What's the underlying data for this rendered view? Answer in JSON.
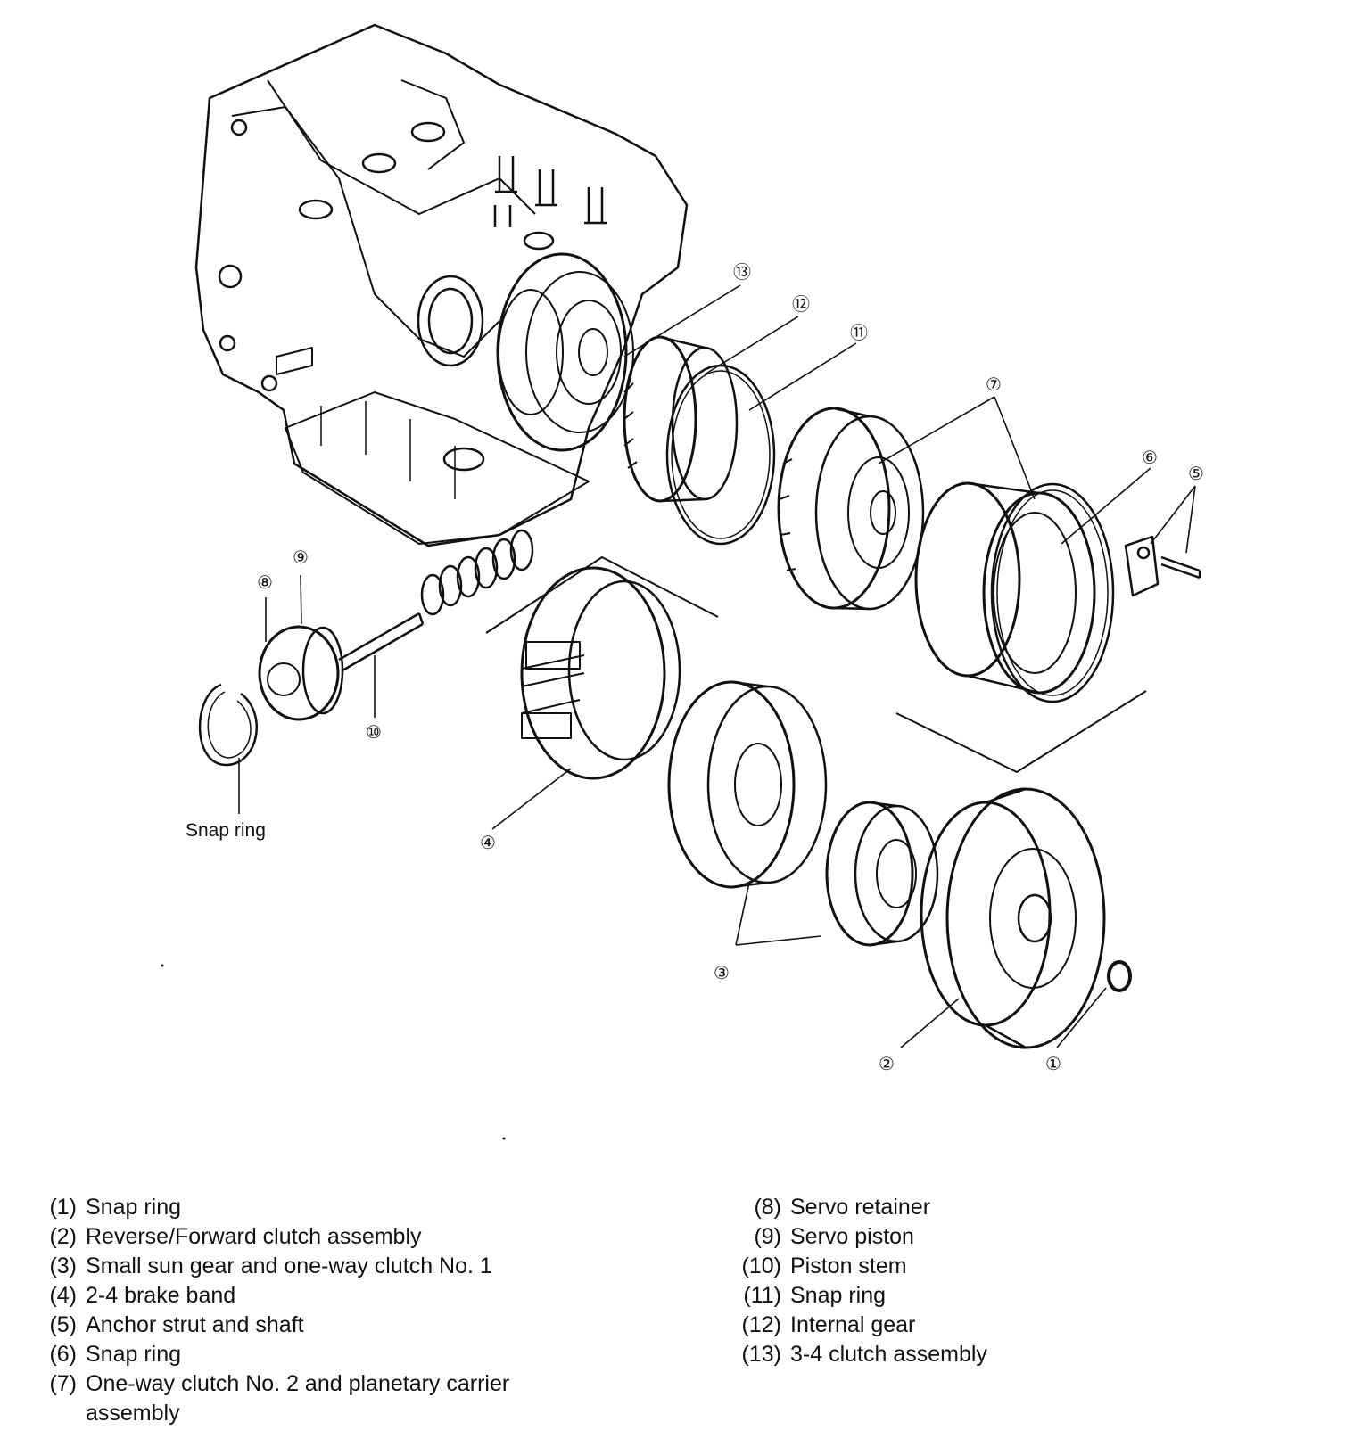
{
  "callouts": [
    {
      "id": "1",
      "glyph": "①"
    },
    {
      "id": "2",
      "glyph": "②"
    },
    {
      "id": "3",
      "glyph": "③"
    },
    {
      "id": "4",
      "glyph": "④"
    },
    {
      "id": "5",
      "glyph": "⑤"
    },
    {
      "id": "6",
      "glyph": "⑥"
    },
    {
      "id": "7",
      "glyph": "⑦"
    },
    {
      "id": "8",
      "glyph": "⑧"
    },
    {
      "id": "9",
      "glyph": "⑨"
    },
    {
      "id": "10",
      "glyph": "⑩"
    },
    {
      "id": "11",
      "glyph": "⑪"
    },
    {
      "id": "12",
      "glyph": "⑫"
    },
    {
      "id": "13",
      "glyph": "⑬"
    }
  ],
  "free_label": "Snap ring",
  "legend": {
    "left": [
      {
        "num": "(1)",
        "text": "Snap ring"
      },
      {
        "num": "(2)",
        "text": "Reverse/Forward clutch assembly"
      },
      {
        "num": "(3)",
        "text": "Small sun gear and one-way clutch No. 1"
      },
      {
        "num": "(4)",
        "text": "2-4 brake band"
      },
      {
        "num": "(5)",
        "text": "Anchor strut and shaft"
      },
      {
        "num": "(6)",
        "text": "Snap ring"
      },
      {
        "num": "(7)",
        "text": "One-way clutch No. 2 and planetary carrier assembly"
      }
    ],
    "right": [
      {
        "num": "(8)",
        "text": "Servo retainer"
      },
      {
        "num": "(9)",
        "text": "Servo piston"
      },
      {
        "num": "(10)",
        "text": "Piston stem"
      },
      {
        "num": "(11)",
        "text": "Snap ring"
      },
      {
        "num": "(12)",
        "text": "Internal gear"
      },
      {
        "num": "(13)",
        "text": "3-4 clutch assembly"
      }
    ]
  }
}
